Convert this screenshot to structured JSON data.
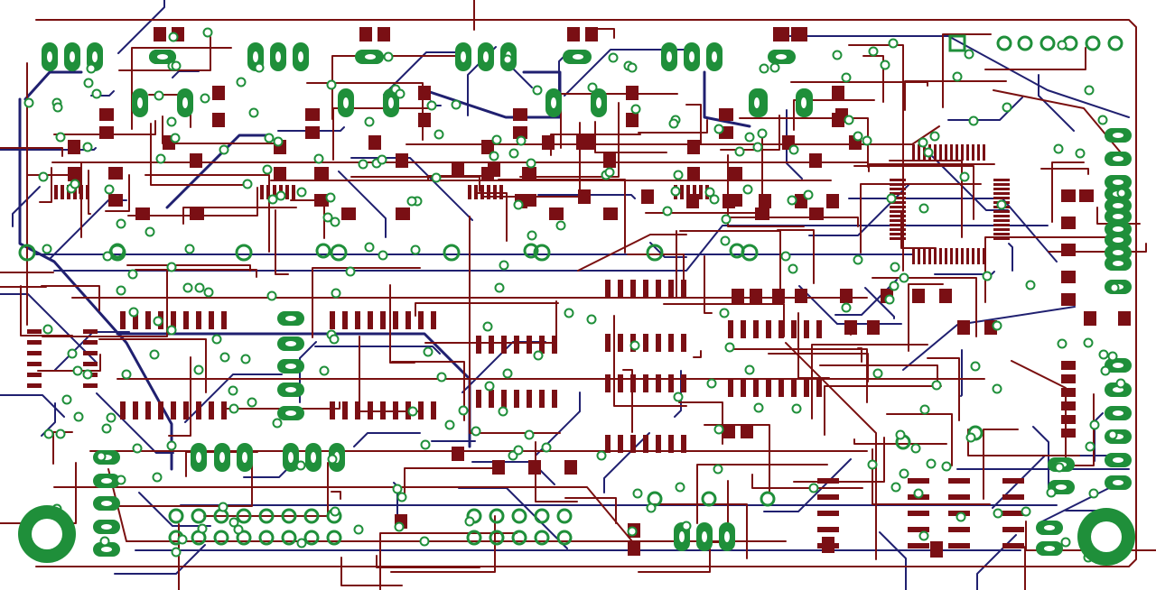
{
  "view": {
    "kind": "pcb-layout"
  },
  "colors": {
    "background": "#ffffff",
    "top_copper": "#7a1010",
    "bottom_copper": "#202070",
    "pad_fill": "#1f8f3a",
    "pad_hole": "#ffffff",
    "smd_pad": "#7a0f14"
  },
  "layers": [
    "bottom-copper",
    "top-copper",
    "smd-pads",
    "through-hole-pads",
    "vias",
    "mounting-holes"
  ],
  "component_groups": [
    "input-channels",
    "opamp-sections",
    "logic-ics",
    "microcontroller",
    "connectors",
    "power-section"
  ]
}
